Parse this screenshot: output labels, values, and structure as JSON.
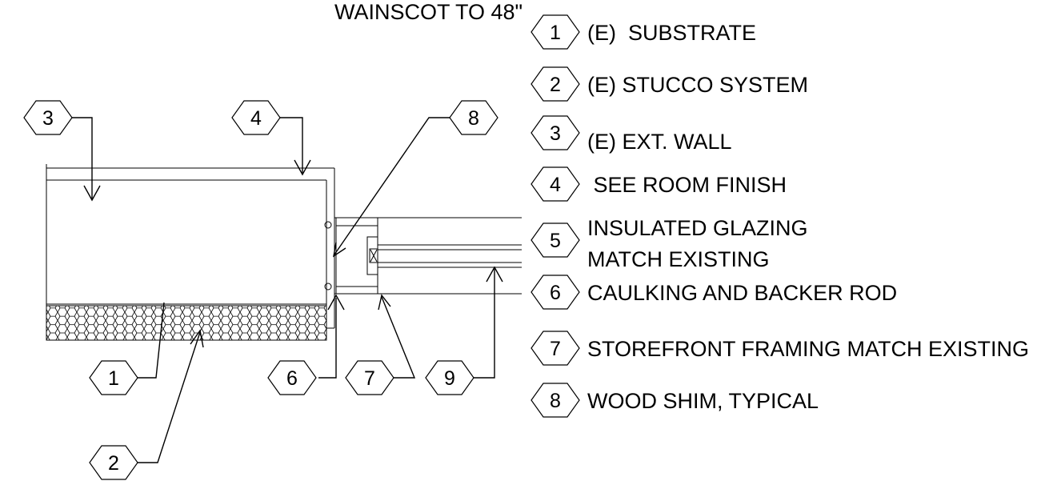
{
  "drawing": {
    "top_note": "WAINSCOT TO 48\"",
    "legend": [
      {
        "num": "1",
        "lines": [
          "(E)  SUBSTRATE"
        ]
      },
      {
        "num": "2",
        "lines": [
          "(E) STUCCO SYSTEM"
        ]
      },
      {
        "num": "3",
        "lines": [
          "(E) EXT. WALL"
        ]
      },
      {
        "num": "4",
        "lines": [
          " SEE ROOM FINISH"
        ]
      },
      {
        "num": "5",
        "lines": [
          "INSULATED GLAZING",
          "MATCH EXISTING"
        ]
      },
      {
        "num": "6",
        "lines": [
          "CAULKING AND BACKER ROD"
        ]
      },
      {
        "num": "7",
        "lines": [
          "STOREFRONT FRAMING MATCH EXISTING"
        ]
      },
      {
        "num": "8",
        "lines": [
          "WOOD SHIM, TYPICAL"
        ]
      }
    ],
    "detail_tags": [
      "3",
      "4",
      "8",
      "1",
      "6",
      "7",
      "9",
      "2"
    ]
  }
}
